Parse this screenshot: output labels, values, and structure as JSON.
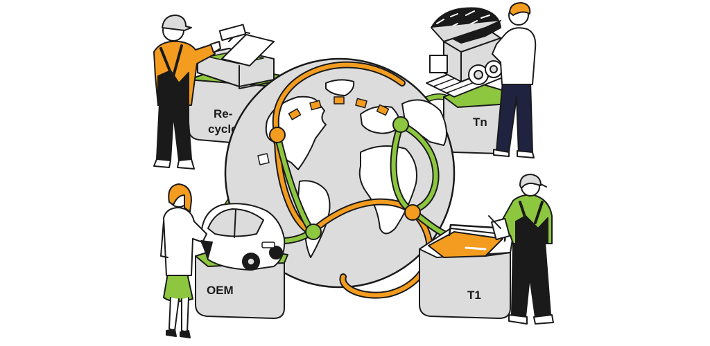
{
  "stations": {
    "recycler": {
      "label_line1": "Re-",
      "label_line2": "cycler"
    },
    "tn": {
      "label": "Tn"
    },
    "oem": {
      "label": "OEM"
    },
    "t1": {
      "label": "T1"
    }
  },
  "colors": {
    "outline": "#1a1a1a",
    "orange": "#f39c1f",
    "green": "#8dc63f",
    "grey": "#dcdcdc",
    "dark_grey": "#bdbdbd",
    "navy": "#1f2340",
    "white": "#ffffff"
  }
}
